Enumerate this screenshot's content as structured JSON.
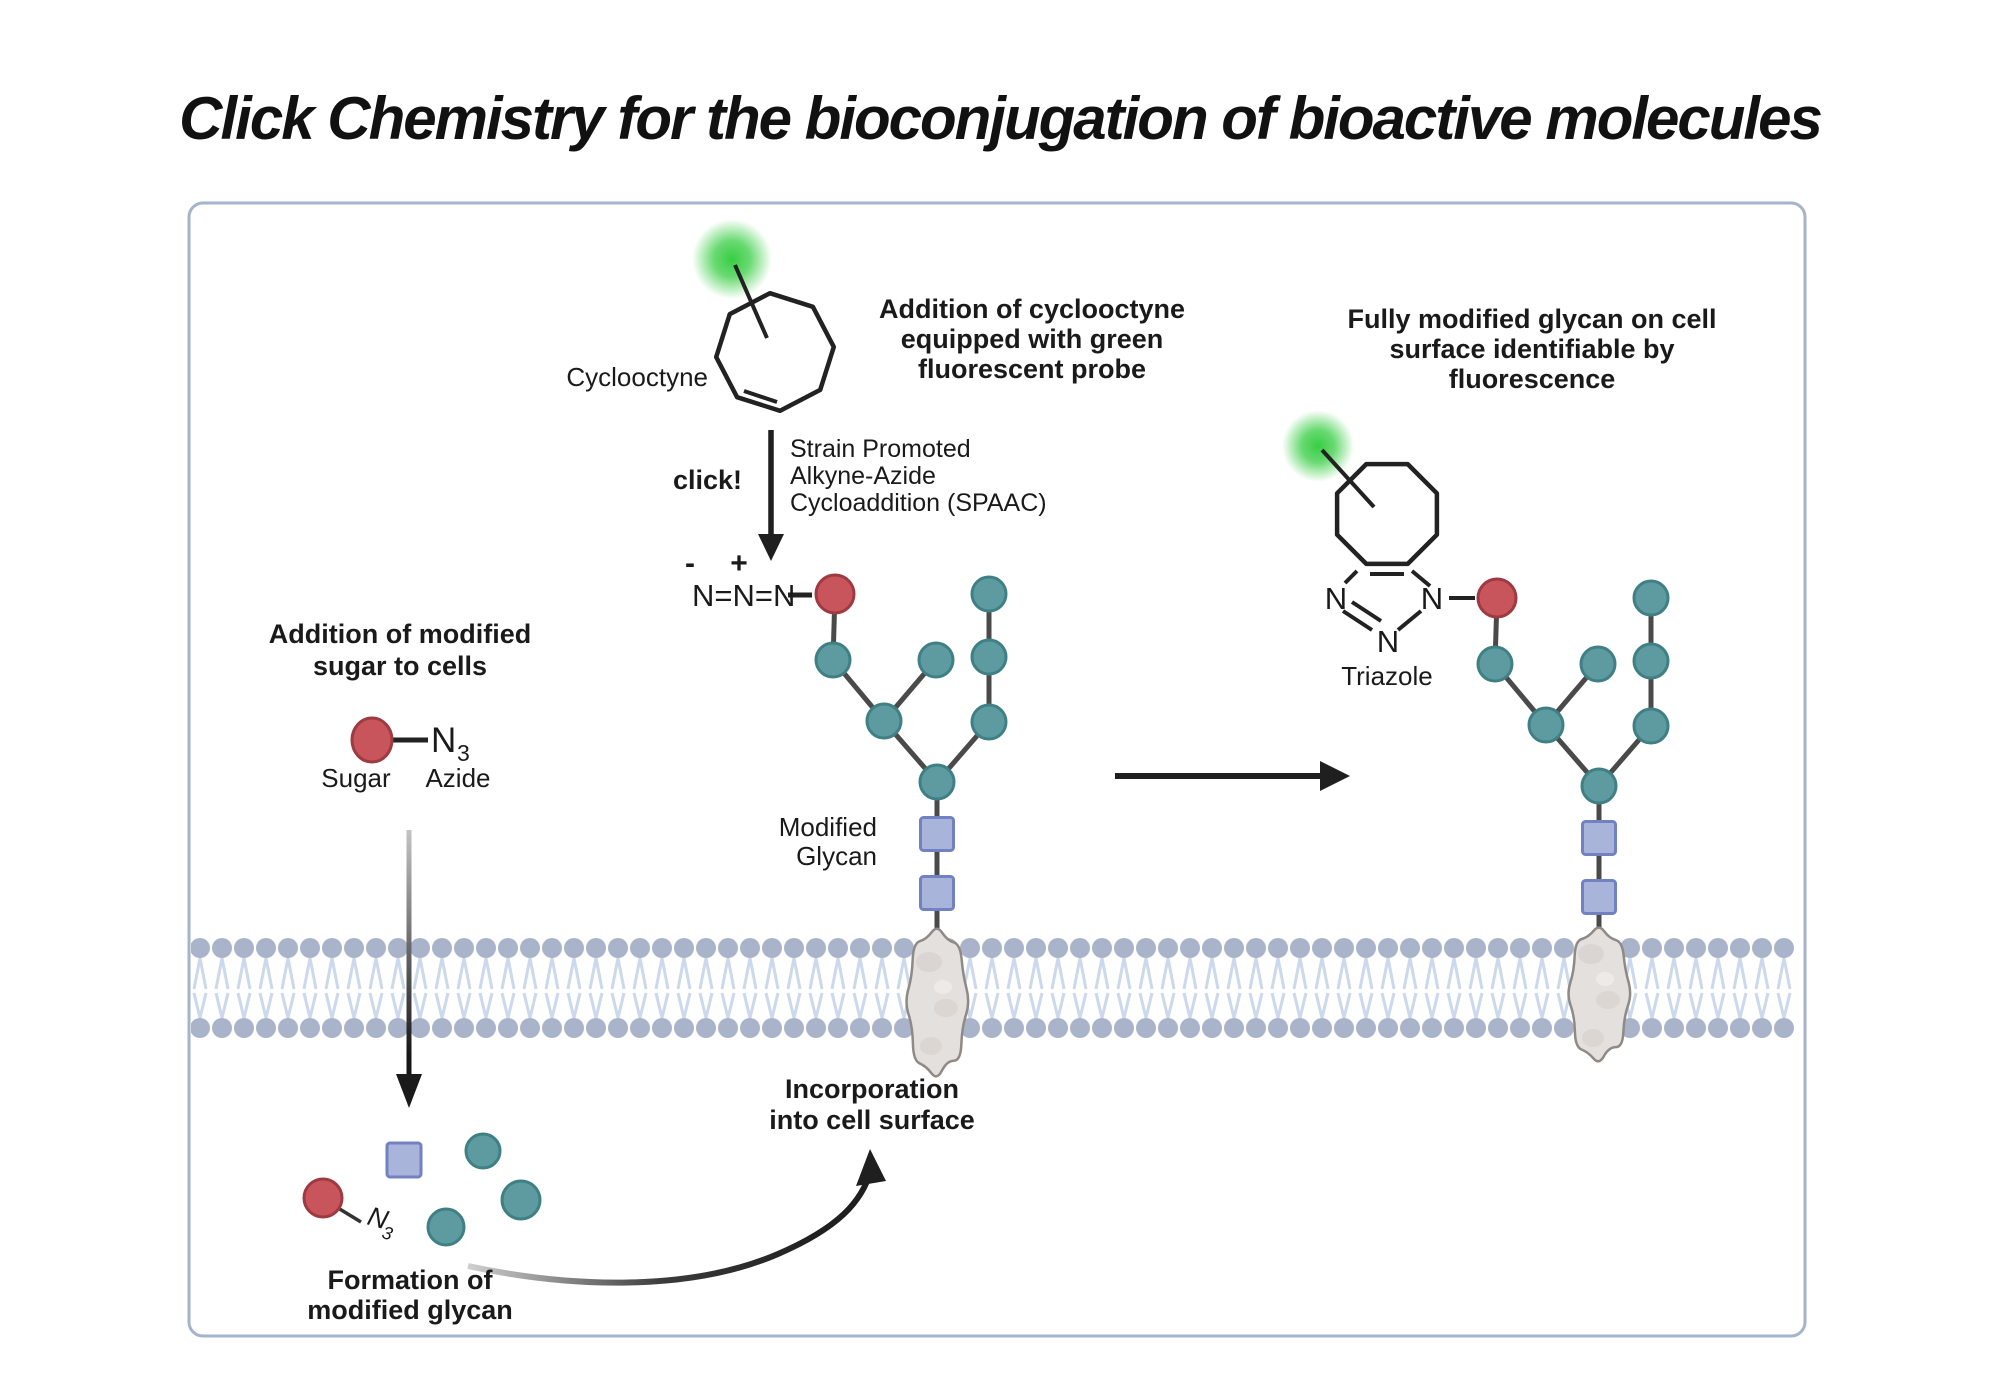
{
  "title": "Click Chemistry for the bioconjugation of bioactive molecules",
  "panel": {
    "left": {
      "heading": [
        "Addition of modified",
        "sugar to cells"
      ],
      "sugar_label": "Sugar",
      "azide_label": "Azide",
      "azide_symbol": "N",
      "azide_subscript": "3",
      "free_azide_symbol": "N",
      "free_azide_subscript": "3",
      "formation_caption": [
        "Formation of",
        "modified glycan"
      ]
    },
    "center": {
      "molecule_label": "Cyclooctyne",
      "heading": [
        "Addition of cyclooctyne",
        "equipped with green",
        "fluorescent probe"
      ],
      "click_label": "click!",
      "reaction": [
        "Strain Promoted",
        "Alkyne-Azide",
        "Cycloaddition (SPAAC)"
      ],
      "azide_minus": "-",
      "azide_plus": "+",
      "azide_formula": "N=N=N",
      "glycan_label": [
        "Modified",
        "Glycan"
      ],
      "membrane_caption": [
        "Incorporation",
        "into cell surface"
      ]
    },
    "right": {
      "heading": [
        "Fully modified glycan on cell",
        "surface identifiable by",
        "fluorescence"
      ],
      "triazole_label": "Triazole",
      "ring_nitrogens": [
        "N",
        "N",
        "N"
      ]
    }
  },
  "colors": {
    "teal": "#5E9BA0",
    "tealStroke": "#3F8084",
    "red": "#C9555C",
    "redStroke": "#9E3A42",
    "square": "#A8B4DA",
    "squareStroke": "#7181C1",
    "membraneHead": "#A9B4CA",
    "membraneTail": "#CCD8EC",
    "proteinFill": "#E4E0DD",
    "proteinStroke": "#8F8A86",
    "glowGreen": "#2ECB3A",
    "panelBorder": "#A5B3CB",
    "bond": "#222222",
    "connector": "#4A4A4A",
    "arrow": "#1F1F1F"
  }
}
